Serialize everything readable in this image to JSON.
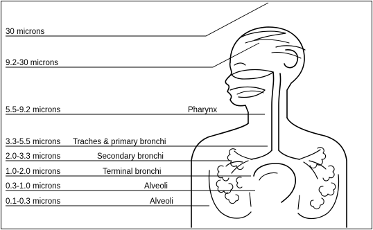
{
  "deposition_rows": [
    {
      "size": "30 microns",
      "site": ""
    },
    {
      "size": "9.2-30 microns",
      "site": ""
    },
    {
      "size": "5.5-9.2 microns",
      "site": "Pharynx"
    },
    {
      "size": "3.3-5.5 microns",
      "site": "Traches & primary bronchi"
    },
    {
      "size": "2.0-3.3 microns",
      "site": "Secondary bronchi"
    },
    {
      "size": "1.0-2.0 microns",
      "site": "Terminal bronchi"
    },
    {
      "size": "0.3-1.0 microns",
      "site": "Alveoli"
    },
    {
      "size": "0.1-0.3 microns",
      "site": "Alveoli"
    }
  ],
  "colors": {
    "line": "#000000",
    "background": "#ffffff"
  }
}
